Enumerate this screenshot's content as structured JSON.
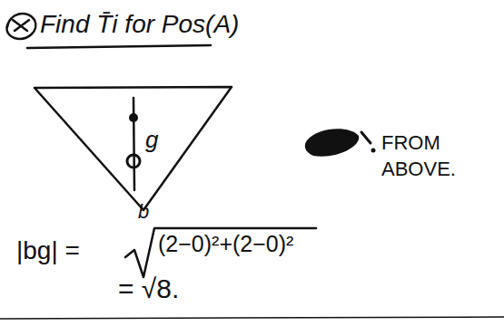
{
  "diagram": {
    "title": "Find T̄i for Pos(A)",
    "labels": [
      "g",
      "b",
      "FROM ABOVE.",
      "|bg| =",
      "(2−0)²+(2−0)²",
      "= √8."
    ]
  }
}
